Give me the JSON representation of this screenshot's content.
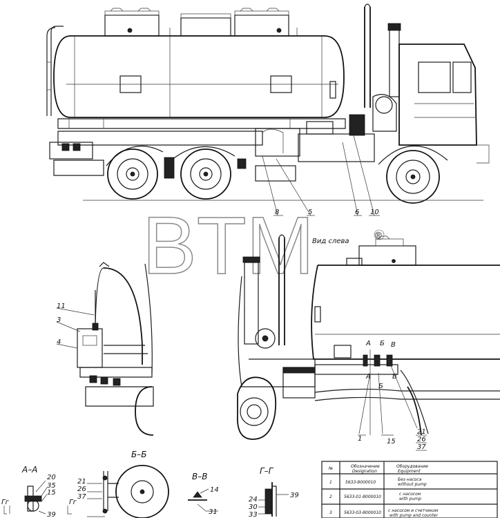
{
  "view_caption": "Вид слева",
  "watermark": {
    "text": "BTM",
    "mark": "®"
  },
  "callouts_top": [
    "8",
    "5",
    "6",
    "10"
  ],
  "callouts_left": [
    "11",
    "3",
    "4"
  ],
  "callouts_right": [
    "1",
    "15",
    "21",
    "26",
    "37"
  ],
  "section_marks": {
    "a": "А",
    "b": "Б",
    "v": "В"
  },
  "sections": [
    {
      "title": "А–А",
      "labels": [
        "20",
        "35",
        "15",
        "39"
      ]
    },
    {
      "title": "Б–Б",
      "labels": [
        "21",
        "26",
        "37"
      ]
    },
    {
      "title": "В–В",
      "labels": [
        "14",
        "31"
      ]
    },
    {
      "title": "Г–Г",
      "labels": [
        "24",
        "30",
        "33",
        "39"
      ]
    }
  ],
  "cut_labels": [
    "Гг",
    "Гг"
  ],
  "table": {
    "headers": [
      {
        "ru": "№",
        "en": ""
      },
      {
        "ru": "Обозначение",
        "en": "Designation"
      },
      {
        "ru": "Оборудование",
        "en": "Equipment"
      }
    ],
    "rows": [
      {
        "n": "1",
        "designation": "5633-8000010",
        "equipment_ru": "Без насоса",
        "equipment_en": "without pump"
      },
      {
        "n": "2",
        "designation": "5633-01-8000010",
        "equipment_ru": "с насосом",
        "equipment_en": "with pump"
      },
      {
        "n": "3",
        "designation": "5633-03-8000010",
        "equipment_ru": "с насосом и счетчиком",
        "equipment_en": "with pump and counter"
      }
    ]
  }
}
